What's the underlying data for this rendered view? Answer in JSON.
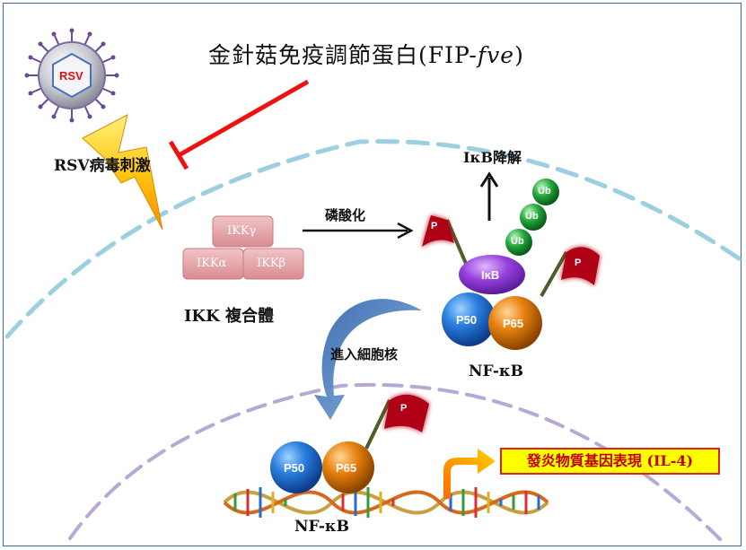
{
  "title": {
    "main": "金針菇免疫調節蛋白(FIP-",
    "italic": "fve",
    "close": ")"
  },
  "virus": {
    "label": "RSV"
  },
  "stimulus_label": "RSV病毒刺激",
  "ikk": {
    "gamma": "IKKγ",
    "alpha": "IKKα",
    "beta": "IKKβ",
    "complex_label": "IKK 複合體"
  },
  "phosphorylation_label": "磷酸化",
  "degradation_label": "IκB降解",
  "ikb_label": "IκB",
  "ub_labels": [
    "Ub",
    "Ub",
    "Ub"
  ],
  "phospho_flag": "P",
  "nfkb_cytoplasm": {
    "p50": "P50",
    "p65": "P65",
    "label": "NF-κB"
  },
  "nuclear_entry_label": "進入細胞核",
  "nfkb_nucleus": {
    "p50": "P50",
    "p65": "P65",
    "label": "NF-κB"
  },
  "gene_expression_label": "發炎物質基因表現 (IL-4)",
  "colors": {
    "membrane": "#9ccfe0",
    "nucleus_membrane": "#b8a8d6",
    "inhibit": "#ee1111",
    "p50": "#1f6fd0",
    "p65": "#e07a10",
    "ikb": "#8a3fd0",
    "ub": "#22a83a",
    "flag": "#b00018",
    "ikk_brick": "#e7a3a8",
    "gene_box_bg": "#ffff00"
  }
}
